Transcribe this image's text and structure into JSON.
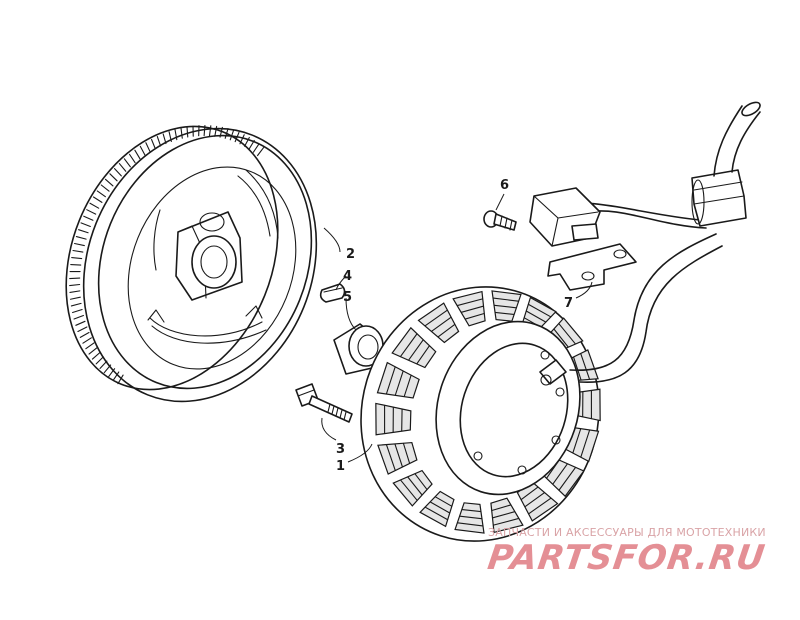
{
  "callouts": [
    {
      "id": "1",
      "label": "1"
    },
    {
      "id": "2",
      "label": "2"
    },
    {
      "id": "3",
      "label": "3"
    },
    {
      "id": "4",
      "label": "4"
    },
    {
      "id": "5",
      "label": "5"
    },
    {
      "id": "6",
      "label": "6"
    },
    {
      "id": "7",
      "label": "7"
    }
  ],
  "watermark": {
    "tagline": "ЗАПЧАСТИ И АКСЕССУАРЫ ДЛЯ МОТОТЕХНИКИ",
    "logo": "PARTSFOR.RU",
    "color": "#e48f95"
  }
}
